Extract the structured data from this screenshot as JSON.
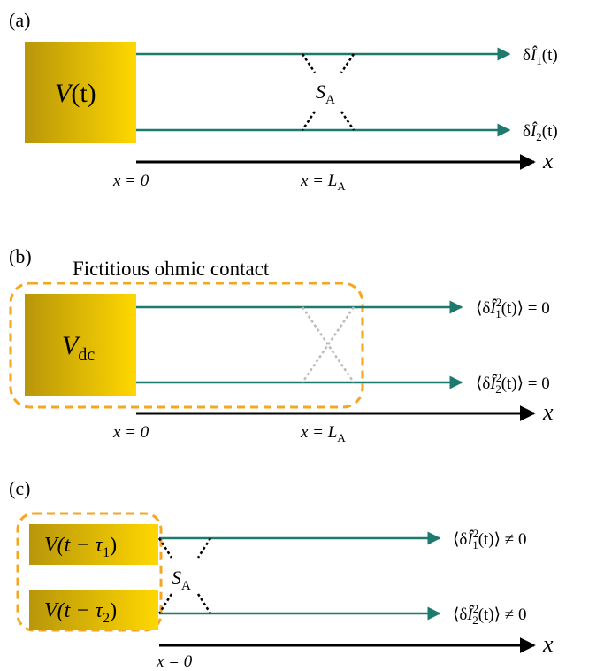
{
  "panels": {
    "a": {
      "tag": "(a)",
      "source": {
        "main": "V",
        "rest": "(t)"
      },
      "outputs": [
        {
          "pre": "δ",
          "sym": "Î",
          "sub": "1",
          "post": "(t)"
        },
        {
          "pre": "δ",
          "sym": "Î",
          "sub": "2",
          "post": "(t)"
        }
      ],
      "scatterer": {
        "main": "S",
        "sub": "A"
      },
      "axis": {
        "label": "x",
        "x0": "x = 0",
        "xL_main": "x = L",
        "xL_sub": "A"
      }
    },
    "b": {
      "tag": "(b)",
      "contact_label": "Fictitious ohmic contact",
      "source": {
        "main": "V",
        "sub": "dc"
      },
      "outputs": [
        {
          "pre": "⟨δ",
          "sym": "Î",
          "sup": "2",
          "sub": "1",
          "post": "(t)⟩ = 0"
        },
        {
          "pre": "⟨δ",
          "sym": "Î",
          "sup": "2",
          "sub": "2",
          "post": "(t)⟩ = 0"
        }
      ],
      "axis": {
        "label": "x",
        "x0": "x = 0",
        "xL_main": "x = L",
        "xL_sub": "A"
      }
    },
    "c": {
      "tag": "(c)",
      "sources": [
        {
          "main": "V",
          "pre": "(t − τ",
          "sub": "1",
          "post": ")"
        },
        {
          "main": "V",
          "pre": "(t − τ",
          "sub": "2",
          "post": ")"
        }
      ],
      "outputs": [
        {
          "pre": "⟨δ",
          "sym": "Î",
          "sup": "2",
          "sub": "1",
          "post": "(t)⟩ ≠ 0"
        },
        {
          "pre": "⟨δ",
          "sym": "Î",
          "sup": "2",
          "sub": "2",
          "post": "(t)⟩ ≠ 0"
        }
      ],
      "scatterer": {
        "main": "S",
        "sub": "A"
      },
      "axis": {
        "label": "x",
        "x0": "x = 0"
      }
    }
  },
  "colors": {
    "line": "#1f7a6e",
    "box_dark": "#b8960a",
    "box_light": "#ffd700",
    "dashed_contact": "#f5a623",
    "scatter_dark": "#000000",
    "scatter_grey": "#bbbbbb"
  }
}
